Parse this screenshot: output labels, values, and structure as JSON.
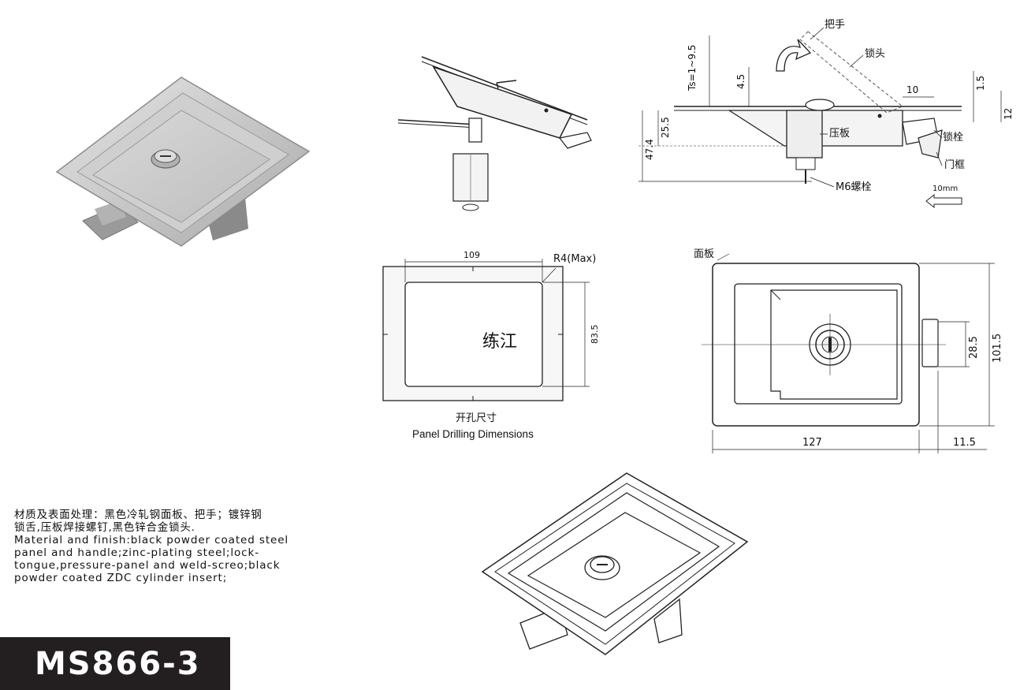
{
  "model": "MS866-3",
  "description": {
    "zh": [
      "材质及表面处理：黑色冷轧钢面板、把手；镀锌钢",
      "锁舌,压板焊接螺钉,黑色锌合金锁头."
    ],
    "en": [
      "Material and finish:black powder coated steel",
      "panel and handle;zinc-plating steel;lock-",
      "tongue,pressure-panel and weld-screo;black",
      "powder coated ZDC cylinder insert;"
    ]
  },
  "side_view": {
    "labels": {
      "handle": "把手",
      "lock_head": "锁头",
      "pressure_plate": "压板",
      "bolt": "锁栓",
      "door_frame": "门框",
      "screw": "M6螺栓",
      "travel": "10mm"
    },
    "dims": {
      "ts": "Ts=1~9.5",
      "d4_5": "4.5",
      "d1_5": "1.5",
      "d10": "10",
      "d12": "12",
      "d25_5": "25.5",
      "d47_4": "47.4"
    }
  },
  "cutout_view": {
    "width": "109",
    "height": "83.5",
    "radius": "R4(Max)",
    "watermark": "练江",
    "caption_zh": "开孔尺寸",
    "caption_en": "Panel Drilling Dimensions"
  },
  "front_view": {
    "panel_label": "面板",
    "width": "127",
    "height": "101.5",
    "offset": "28.5",
    "extension": "11.5"
  }
}
